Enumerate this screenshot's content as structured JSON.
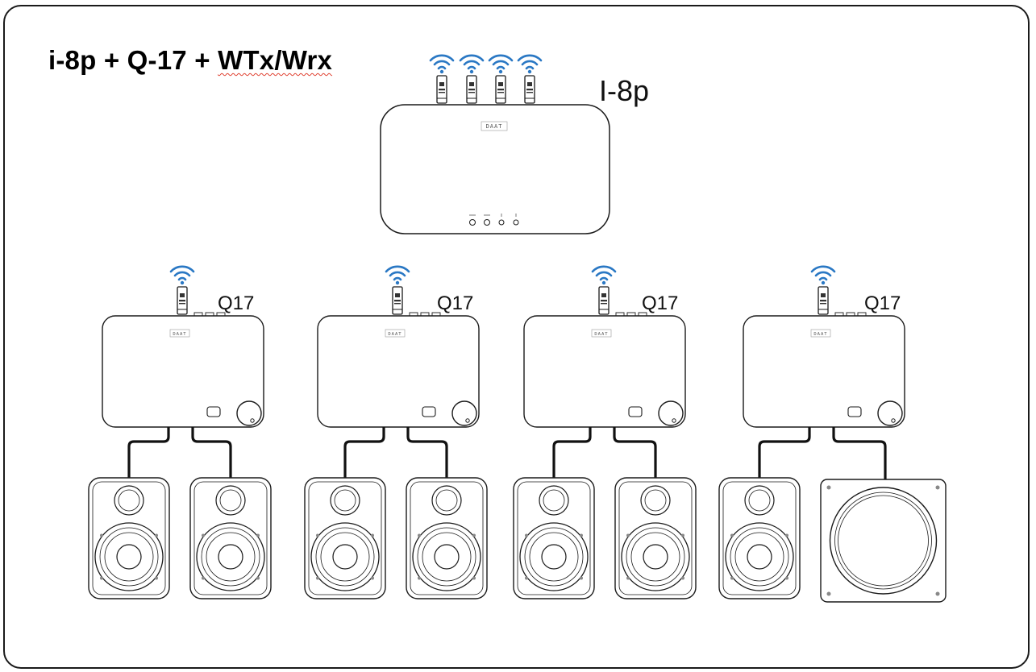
{
  "title": {
    "prefix": "i-8p + Q-17 + ",
    "underlined": "WTx/Wrx"
  },
  "hub": {
    "label": "I-8p",
    "brand_mark": "DAAT",
    "antenna_count": 4
  },
  "receivers": [
    {
      "label": "Q17",
      "brand_mark": "DAAT",
      "outputs": [
        "speaker",
        "speaker"
      ]
    },
    {
      "label": "Q17",
      "brand_mark": "DAAT",
      "outputs": [
        "speaker",
        "speaker"
      ]
    },
    {
      "label": "Q17",
      "brand_mark": "DAAT",
      "outputs": [
        "speaker",
        "speaker"
      ]
    },
    {
      "label": "Q17",
      "brand_mark": "DAAT",
      "outputs": [
        "speaker",
        "subwoofer"
      ]
    }
  ],
  "colors": {
    "wifi": "#2a78c4",
    "line": "#1a1a1a",
    "cable": "#111111"
  }
}
